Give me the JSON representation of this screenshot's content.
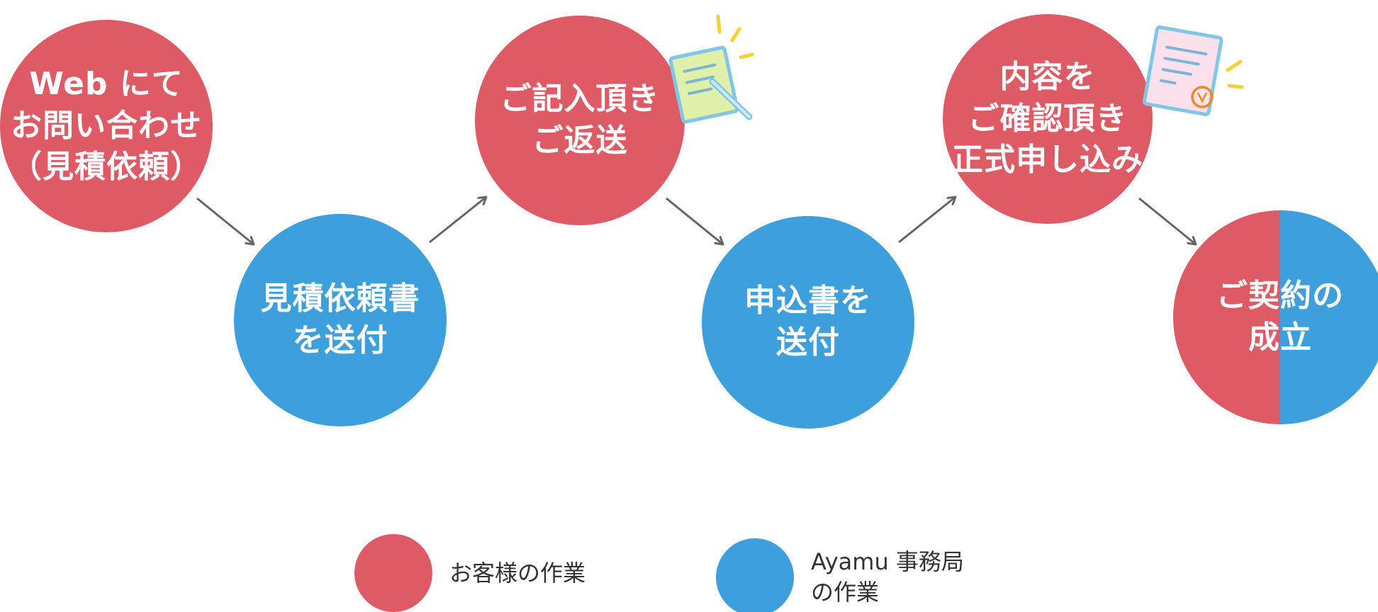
{
  "colors": {
    "customer": "#de5b66",
    "office": "#3d9fdb",
    "arrow": "#666666"
  },
  "steps": [
    {
      "lines": [
        "Web にて",
        "お問い合わせ",
        "（見積依頼）"
      ],
      "owner": "customer"
    },
    {
      "lines": [
        "見積依頼書",
        "を送付"
      ],
      "owner": "office"
    },
    {
      "lines": [
        "ご記入頂き",
        "ご返送"
      ],
      "owner": "customer"
    },
    {
      "lines": [
        "申込書を",
        "送付"
      ],
      "owner": "office"
    },
    {
      "lines": [
        "内容を",
        "ご確認頂き",
        "正式申し込み"
      ],
      "owner": "customer"
    },
    {
      "lines": [
        "ご契約の",
        "成立"
      ],
      "owner": "both"
    }
  ],
  "legend": {
    "customer": {
      "lines": [
        "お客様の作業"
      ]
    },
    "office": {
      "lines": [
        "Ayamu 事務局",
        "の作業"
      ]
    }
  },
  "icons": {
    "form_document": "pencil-document-icon",
    "signed_contract": "stamped-document-icon"
  }
}
